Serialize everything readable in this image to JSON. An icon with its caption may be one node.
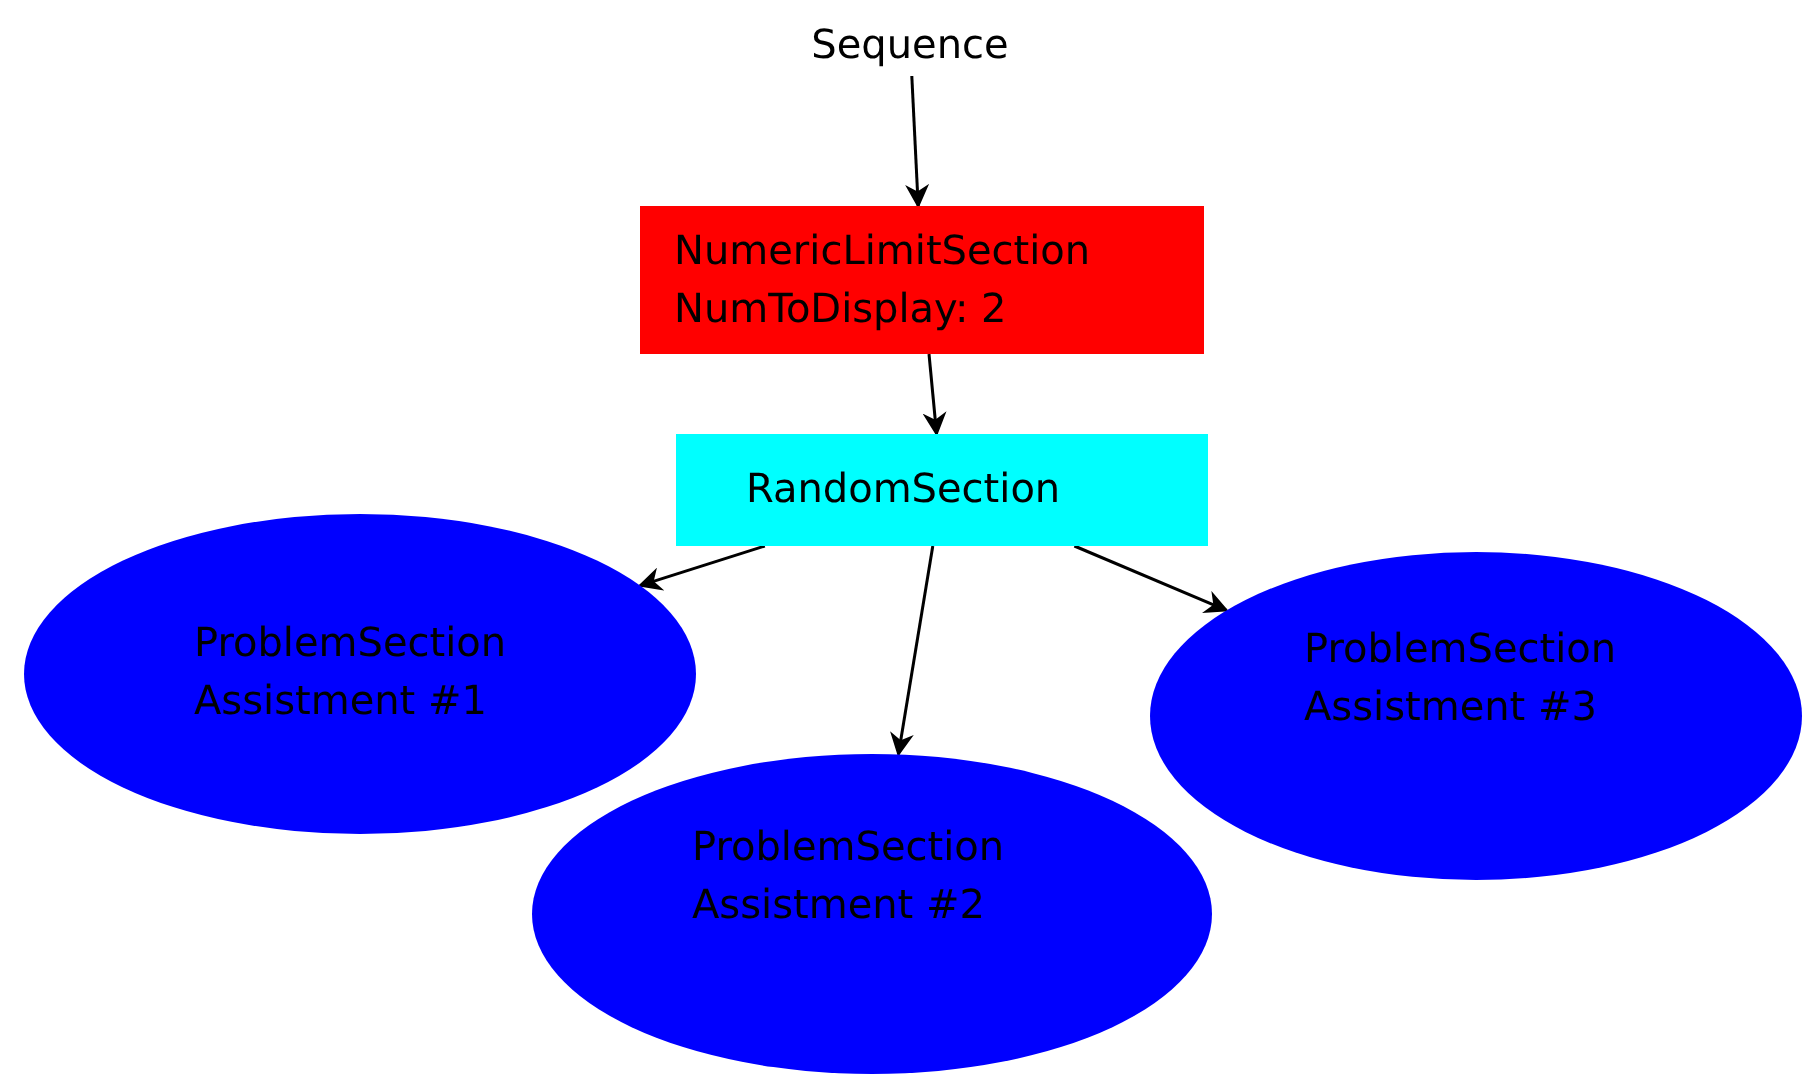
{
  "diagram": {
    "nodes": [
      {
        "text": [
          "Sequence"
        ]
      },
      {
        "text": [
          "NumericLimitSection",
          "NumToDisplay: 2"
        ]
      },
      {
        "text": [
          "RandomSection"
        ]
      },
      {
        "text": [
          "ProblemSection",
          "Assistment #1"
        ]
      },
      {
        "text": [
          "ProblemSection",
          "Assistment #2"
        ]
      },
      {
        "text": [
          "ProblemSection",
          "Assistment #3"
        ]
      }
    ],
    "edges": [
      {
        "from": 0,
        "to": 1,
        "arrow": "to"
      },
      {
        "from": 1,
        "to": 2,
        "arrow": "to"
      },
      {
        "from": 2,
        "to": 3,
        "arrow": "to"
      },
      {
        "from": 2,
        "to": 4,
        "arrow": "to"
      },
      {
        "from": 2,
        "to": 5,
        "arrow": "to"
      }
    ]
  }
}
